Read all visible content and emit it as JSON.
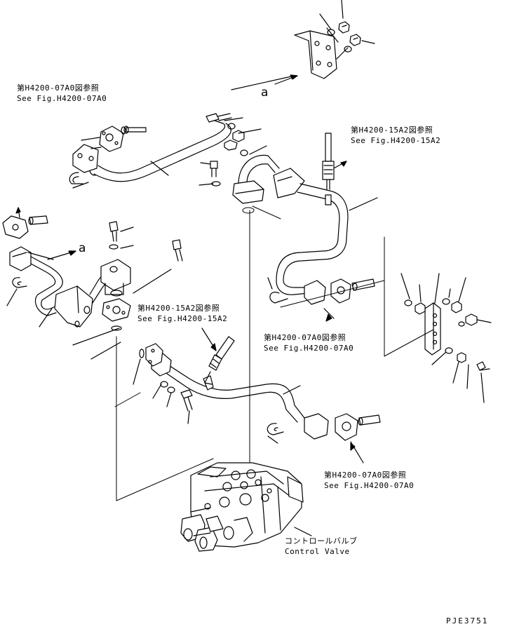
{
  "references": [
    {
      "jp": "第H4200-07A0図参照",
      "en": "See Fig.H4200-07A0"
    },
    {
      "jp": "第H4200-15A2図参照",
      "en": "See Fig.H4200-15A2"
    },
    {
      "jp": "第H4200-15A2図参照",
      "en": "See Fig.H4200-15A2"
    },
    {
      "jp": "第H4200-07A0図参照",
      "en": "See Fig.H4200-07A0"
    },
    {
      "jp": "第H4200-07A0図参照",
      "en": "See Fig.H4200-07A0"
    }
  ],
  "detail_marker": "a",
  "component": {
    "jp": "コントロールバルブ",
    "en": "Control Valve"
  },
  "drawing_code": "PJE3751",
  "line_color": "#000000",
  "background": "#ffffff"
}
